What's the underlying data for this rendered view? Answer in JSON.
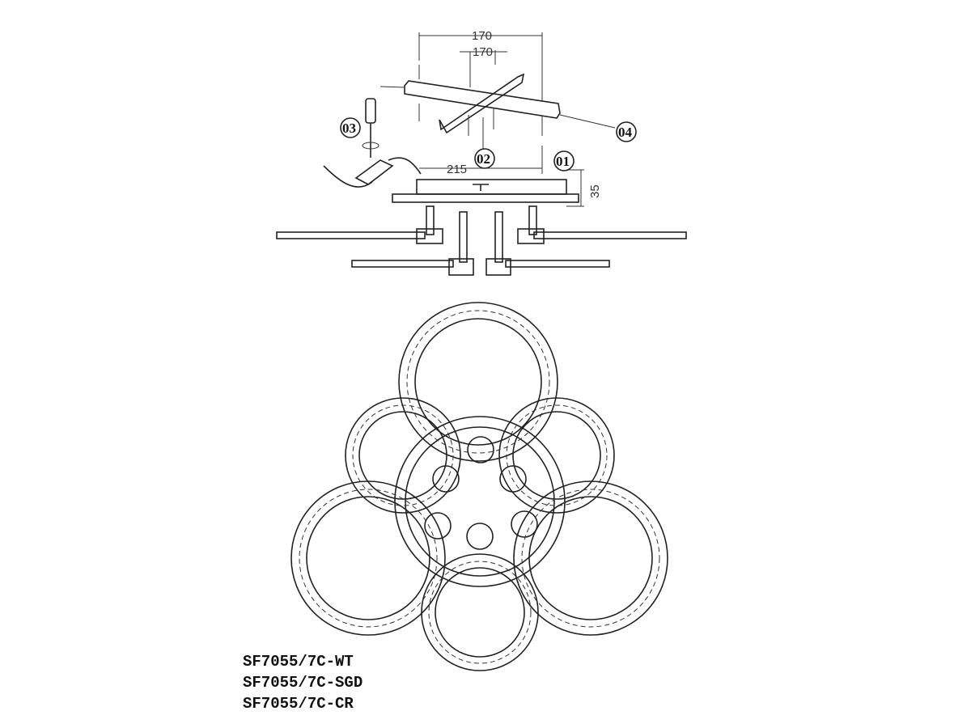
{
  "dimensions": {
    "bracket_outer": "170",
    "bracket_inner": "170",
    "canopy_width": "215",
    "canopy_height": "35"
  },
  "steps": [
    "01",
    "02",
    "03",
    "04"
  ],
  "models": [
    "SF7055/7C-WT",
    "SF7055/7C-SGD",
    "SF7055/7C-CR"
  ],
  "colors": {
    "line": "#222222",
    "background": "#ffffff"
  }
}
